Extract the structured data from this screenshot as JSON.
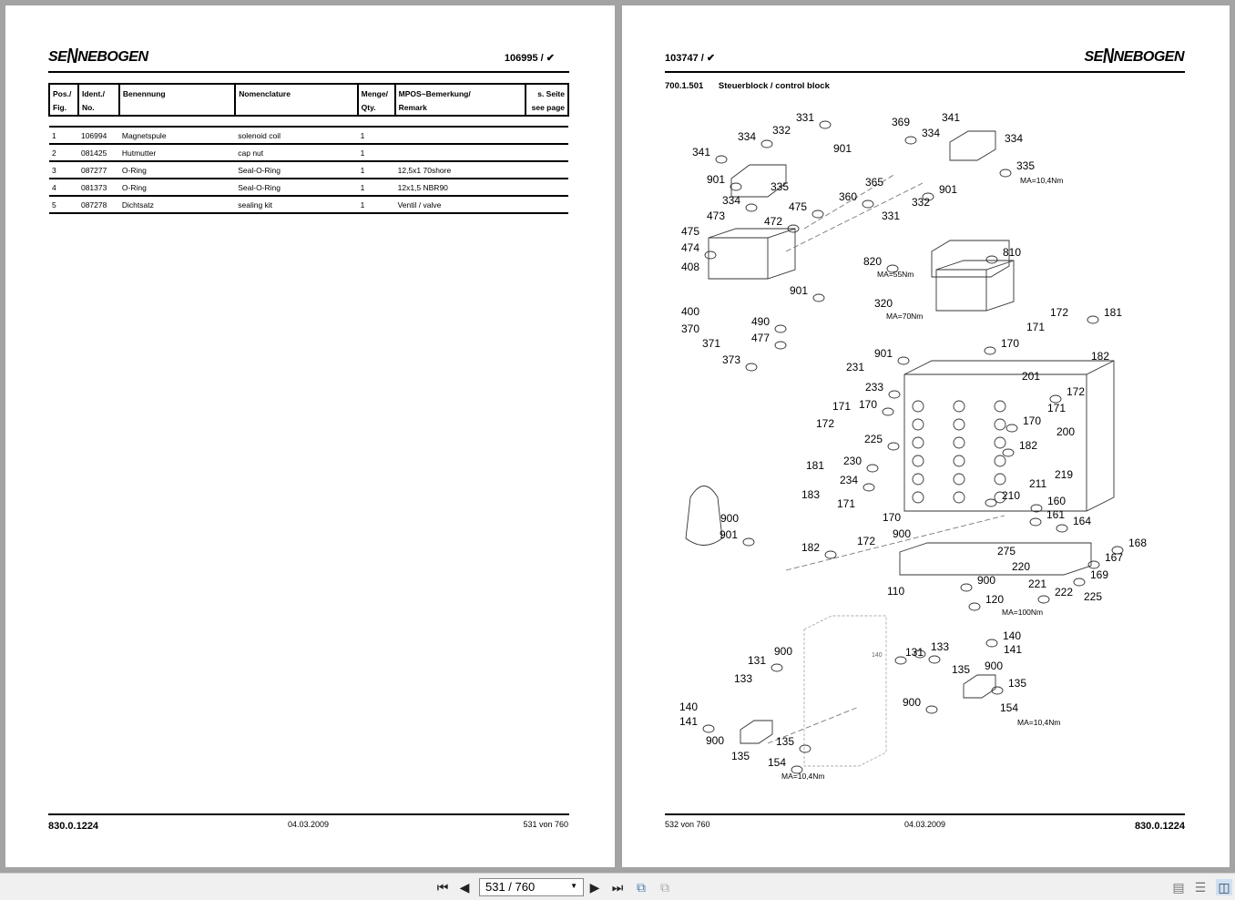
{
  "left_page": {
    "logo": "SENNEBOGEN",
    "doc_number": "106995 /",
    "table": {
      "headers": [
        [
          "Pos./",
          "Fig."
        ],
        [
          "Ident./",
          "No."
        ],
        [
          "Benennung",
          ""
        ],
        [
          "Nomenclature",
          ""
        ],
        [
          "Menge/",
          "Qty."
        ],
        [
          "MPOS~Bemerkung/",
          "Remark"
        ],
        [
          "s. Seite",
          "see page"
        ]
      ],
      "rows": [
        [
          "1",
          "106994",
          "Magnetspule",
          "solenoid coil",
          "1",
          "",
          ""
        ],
        [
          "2",
          "081425",
          "Hutmutter",
          "cap nut",
          "1",
          "",
          ""
        ],
        [
          "3",
          "087277",
          "O-Ring",
          "Seal-O-Ring",
          "1",
          "12,5x1 70shore",
          ""
        ],
        [
          "4",
          "081373",
          "O-Ring",
          "Seal-O-Ring",
          "1",
          "12x1,5 NBR90",
          ""
        ],
        [
          "5",
          "087278",
          "Dichtsatz",
          "sealing kit",
          "1",
          "Ventil / valve",
          ""
        ]
      ]
    },
    "footer": {
      "code": "830.0.1224",
      "date": "04.03.2009",
      "page": "531 von 760"
    }
  },
  "right_page": {
    "logo": "SENNEBOGEN",
    "doc_number": "103747 /",
    "section_code": "700.1.501",
    "section_title": "Steuerblock / control block",
    "diagram_labels": [
      "331",
      "332",
      "334",
      "369",
      "341",
      "901",
      "901",
      "335",
      "334",
      "365",
      "360",
      "332",
      "901",
      "331",
      "475",
      "473",
      "472",
      "475",
      "474",
      "408",
      "901",
      "400",
      "490",
      "370",
      "477",
      "371",
      "373",
      "341",
      "334",
      "334",
      "335",
      "MA=10,4Nm",
      "820",
      "MA=55Nm",
      "810",
      "320",
      "MA=70Nm",
      "172",
      "181",
      "171",
      "170",
      "182",
      "901",
      "231",
      "233",
      "201",
      "172",
      "171",
      "170",
      "171",
      "170",
      "172",
      "225",
      "200",
      "182",
      "181",
      "230",
      "219",
      "234",
      "211",
      "210",
      "183",
      "160",
      "171",
      "161",
      "900",
      "901",
      "170",
      "164",
      "172",
      "182",
      "900",
      "168",
      "275",
      "167",
      "220",
      "169",
      "221",
      "900",
      "110",
      "222",
      "225",
      "120",
      "MA=100Nm",
      "140",
      "141",
      "133",
      "900",
      "131",
      "900",
      "131",
      "135",
      "135",
      "133",
      "900",
      "154",
      "MA=10,4Nm",
      "140",
      "141",
      "900",
      "135",
      "135",
      "154",
      "MA=10,4Nm",
      "140"
    ],
    "footer": {
      "page": "532 von 760",
      "date": "04.03.2009",
      "code": "830.0.1224"
    }
  },
  "toolbar": {
    "page_field": "531 / 760",
    "icons": [
      "first-page-icon",
      "prev-page-icon",
      "next-page-icon",
      "last-page-icon",
      "back-view-icon",
      "forward-view-icon",
      "single-page-icon",
      "continuous-icon",
      "two-page-icon"
    ]
  }
}
